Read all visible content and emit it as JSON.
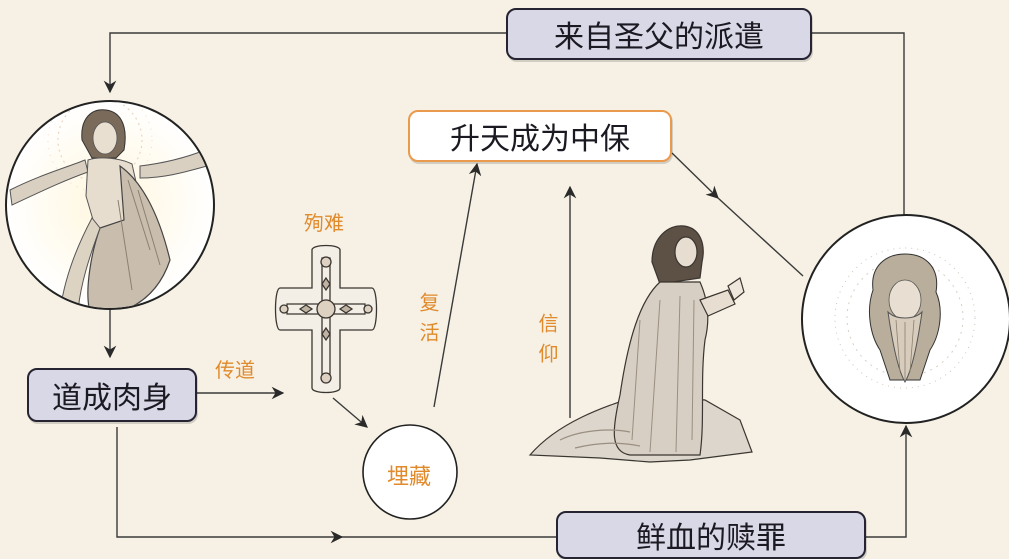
{
  "boxes": {
    "sent_by_father": "来自圣父的派遣",
    "ascension": "升天成为中保",
    "incarnation": "道成肉身",
    "blood_atonement": "鲜血的赎罪"
  },
  "labels": {
    "martyrdom": "殉难",
    "preaching": "传道",
    "resurrection": "复活",
    "faith": "信仰",
    "burial": "埋藏"
  },
  "colors": {
    "background": "#f6f1e4",
    "box_fill": "#d9d8e7",
    "box_border": "#262333",
    "highlight_border": "#ea9a4d",
    "label_text": "#e08a2c",
    "line": "#3a3a3a"
  },
  "icons": {
    "christ_portrait": "risen-christ-figure",
    "cross": "ornate-cross",
    "kneeling_figure": "kneeling-praying-figure",
    "father_portrait": "god-the-father-head"
  }
}
